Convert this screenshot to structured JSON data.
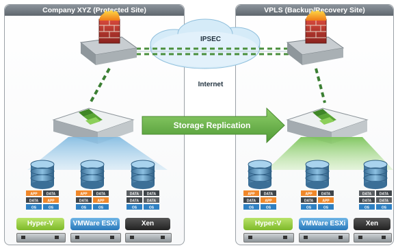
{
  "sites": {
    "protected": {
      "title": "Company XYZ (Protected Site)"
    },
    "recovery": {
      "title": "VPLS (Backup/Recovery Site)"
    }
  },
  "network": {
    "tunnel_label": "IPSEC",
    "cloud_label": "Internet"
  },
  "replication": {
    "label": "Storage Replication"
  },
  "vm_stack": {
    "app_label": "APP",
    "data_label": "DATA",
    "os_label": "OS"
  },
  "hypervisors": {
    "left": [
      "Hyper-V",
      "VMWare ESXi",
      "Xen"
    ],
    "right": [
      "Hyper-V",
      "VMWare ESXi",
      "Xen"
    ]
  },
  "colors": {
    "firewall_brick": "#b8312f",
    "flame": "#f5a623",
    "link_green": "#4a8f3c",
    "arrow_green": "#6aa84f",
    "cloud_blue": "#c9e4f5",
    "hyperv_green": "#8cc63f",
    "vmware_blue": "#2f80c2",
    "xen_dark": "#333333"
  }
}
